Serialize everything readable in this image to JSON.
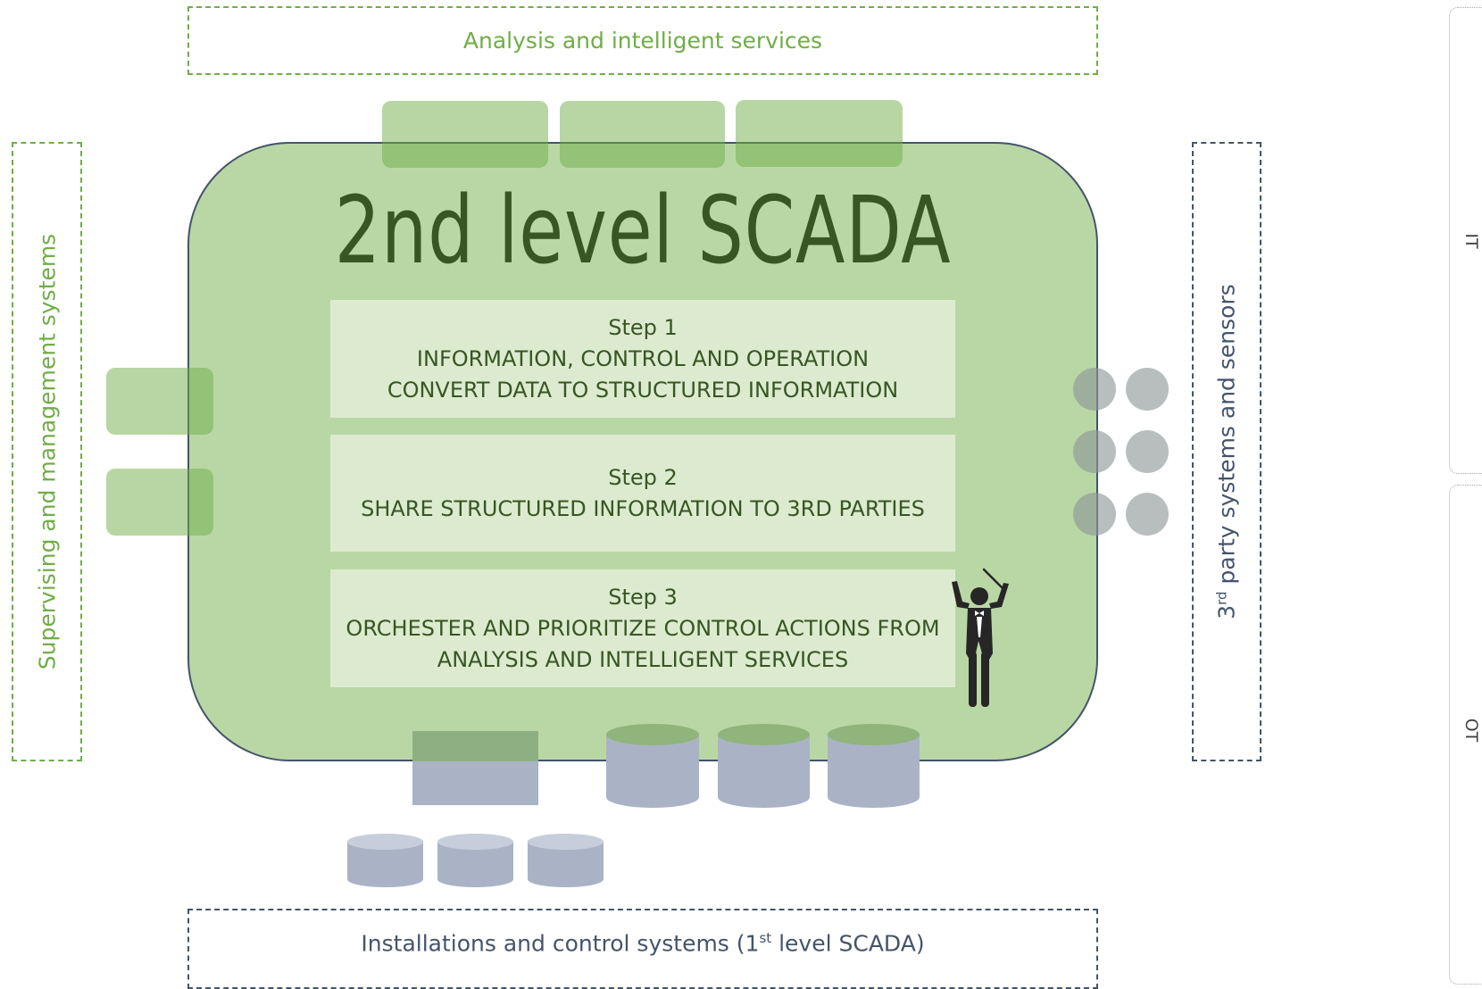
{
  "diagram": {
    "title": "2nd level SCADA",
    "top_box": "Analysis and intelligent services",
    "bottom_box": {
      "prefix": "Installations and control systems (1",
      "sup": "st",
      "suffix": " level SCADA)"
    },
    "left_box": "Supervising and management systems",
    "right_box": {
      "prefix": "3",
      "sup": "rd",
      "suffix": " party systems and sensors"
    },
    "side_labels": {
      "it": "IT",
      "ot": "OT"
    },
    "steps": [
      {
        "heading": "Step 1",
        "lines": [
          "INFORMATION, CONTROL AND OPERATION",
          "CONVERT DATA TO STRUCTURED INFORMATION"
        ]
      },
      {
        "heading": "Step 2",
        "lines": [
          "SHARE STRUCTURED INFORMATION TO 3RD PARTIES"
        ]
      },
      {
        "heading": "Step 3",
        "lines": [
          "ORCHESTER AND PRIORITIZE CONTROL ACTIONS FROM",
          "ANALYSIS AND INTELLIGENT SERVICES"
        ]
      }
    ],
    "icons": {
      "conductor": "conductor-icon",
      "database": "database-icon",
      "server": "server-icon"
    },
    "colors": {
      "green_accent": "#70ad47",
      "panel_fill": "#b9d7a5",
      "step_fill": "#dcebd0",
      "dark_green_text": "#375623",
      "slate": "#44546a",
      "cylinder_gray": "#aab3c5"
    }
  }
}
